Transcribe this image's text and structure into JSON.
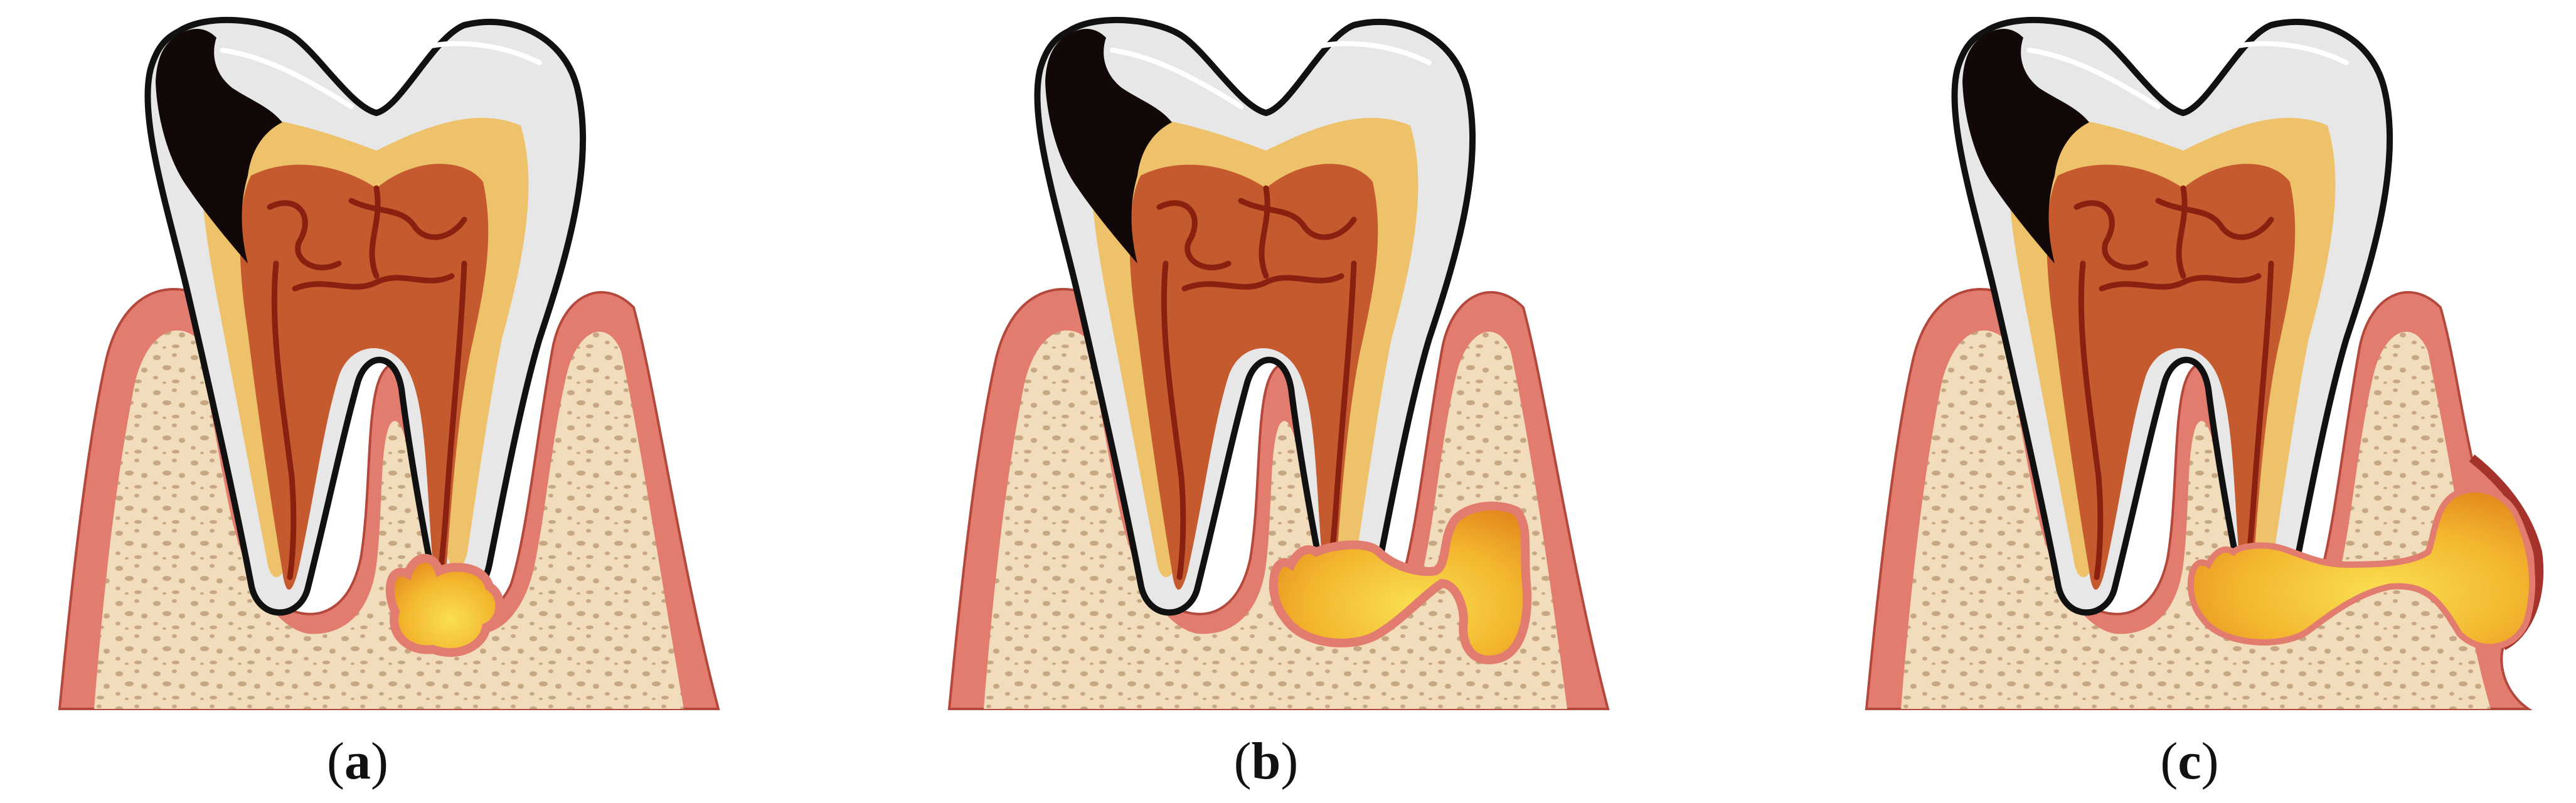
{
  "panels": [
    {
      "id": "a",
      "caption_open": "(",
      "caption_letter": "a",
      "caption_close": ")"
    },
    {
      "id": "b",
      "caption_open": "(",
      "caption_letter": "b",
      "caption_close": ")"
    },
    {
      "id": "c",
      "caption_open": "(",
      "caption_letter": "c",
      "caption_close": ")"
    }
  ],
  "colors": {
    "gum": "#e27c6f",
    "gum_outline": "#b4483d",
    "bone": "#f1dcbc",
    "bone_pore": "#c7a882",
    "enamel": "#e7e7e7",
    "tooth_outline": "#111111",
    "dentin": "#eec26a",
    "pulp": "#c45a2e",
    "pulp_vein": "#8a2010",
    "decay": "#120808",
    "pus_light": "#f7d33a",
    "pus_dark": "#e89220",
    "swelling": "#a6332b"
  }
}
